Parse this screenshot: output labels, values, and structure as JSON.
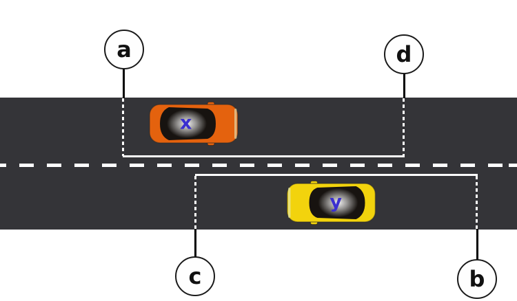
{
  "diagram": {
    "type": "traffic-lane-diagram",
    "road": {
      "lanes": 2,
      "lane_divider_style": "dashed"
    },
    "markers": {
      "a": {
        "label": "a",
        "position": "above-road-left",
        "attached_to": "top-bracket-left-end"
      },
      "d": {
        "label": "d",
        "position": "above-road-right",
        "attached_to": "top-bracket-right-end"
      },
      "c": {
        "label": "c",
        "position": "below-road-left",
        "attached_to": "bottom-bracket-left-end"
      },
      "b": {
        "label": "b",
        "position": "below-road-right",
        "attached_to": "bottom-bracket-right-end"
      }
    },
    "cars": {
      "x": {
        "label": "x",
        "color": "#e4620e",
        "direction": "right",
        "lane": "top"
      },
      "y": {
        "label": "y",
        "color": "#f2d30d",
        "direction": "left",
        "lane": "bottom"
      }
    }
  },
  "colors": {
    "background": "#ffffff",
    "road": "#343438",
    "lane_marking": "#ffffff",
    "measure_line": "#ffffff",
    "connector_line": "#000000",
    "car_label": "#3b2fd0",
    "circle_fill": "#fefefe",
    "circle_stroke": "#1a1a1a",
    "car_x_body": "#e4620e",
    "car_y_body": "#f2d30d"
  }
}
